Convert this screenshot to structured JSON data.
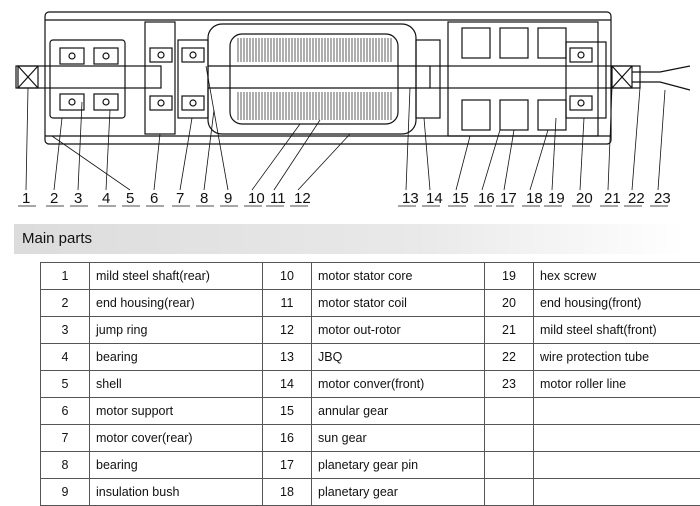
{
  "diagram": {
    "callouts": [
      "1",
      "2",
      "3",
      "4",
      "5",
      "6",
      "7",
      "8",
      "9",
      "10",
      "11",
      "12",
      "13",
      "14",
      "15",
      "16",
      "17",
      "18",
      "19",
      "20",
      "21",
      "22",
      "23"
    ]
  },
  "section_title": "Main parts",
  "parts_table": {
    "rows": [
      [
        {
          "num": "1",
          "name": "mild steel shaft(rear)"
        },
        {
          "num": "10",
          "name": "motor stator core"
        },
        {
          "num": "19",
          "name": "hex screw"
        }
      ],
      [
        {
          "num": "2",
          "name": "end housing(rear)"
        },
        {
          "num": "11",
          "name": "motor stator coil"
        },
        {
          "num": "20",
          "name": "end housing(front)"
        }
      ],
      [
        {
          "num": "3",
          "name": "jump ring"
        },
        {
          "num": "12",
          "name": "motor out-rotor"
        },
        {
          "num": "21",
          "name": "mild steel shaft(front)"
        }
      ],
      [
        {
          "num": "4",
          "name": "bearing"
        },
        {
          "num": "13",
          "name": "JBQ"
        },
        {
          "num": "22",
          "name": "wire protection tube"
        }
      ],
      [
        {
          "num": "5",
          "name": "shell"
        },
        {
          "num": "14",
          "name": "motor conver(front)"
        },
        {
          "num": "23",
          "name": "motor roller line"
        }
      ],
      [
        {
          "num": "6",
          "name": "motor support"
        },
        {
          "num": "15",
          "name": "annular gear"
        },
        {
          "num": "",
          "name": ""
        }
      ],
      [
        {
          "num": "7",
          "name": "motor cover(rear)"
        },
        {
          "num": "16",
          "name": "sun gear"
        },
        {
          "num": "",
          "name": ""
        }
      ],
      [
        {
          "num": "8",
          "name": "bearing"
        },
        {
          "num": "17",
          "name": "planetary gear pin"
        },
        {
          "num": "",
          "name": ""
        }
      ],
      [
        {
          "num": "9",
          "name": "insulation bush"
        },
        {
          "num": "18",
          "name": "planetary gear"
        },
        {
          "num": "",
          "name": ""
        }
      ]
    ]
  }
}
